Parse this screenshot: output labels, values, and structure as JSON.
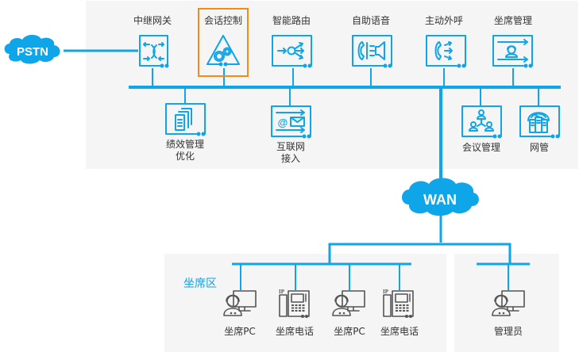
{
  "colors": {
    "accent": "#0ea5e9",
    "highlight": "#f08c1a",
    "panel_bg": "#f5f5f5",
    "label_text": "#333333",
    "device_gray": "#555555"
  },
  "clouds": {
    "pstn": "PSTN",
    "wan": "WAN"
  },
  "core_modules": {
    "top": [
      {
        "label": "中继网关",
        "icon": "trunk-gateway-icon"
      },
      {
        "label": "会话控制",
        "icon": "session-control-icon",
        "highlighted": true
      },
      {
        "label": "智能路由",
        "icon": "smart-routing-icon"
      },
      {
        "label": "自助语音",
        "icon": "ivr-icon"
      },
      {
        "label": "主动外呼",
        "icon": "outbound-call-icon"
      },
      {
        "label": "坐席管理",
        "icon": "agent-management-icon"
      }
    ],
    "bottom": [
      {
        "label_line1": "绩效管理",
        "label_line2": "优化",
        "icon": "performance-docs-icon"
      },
      {
        "label_line1": "互联网",
        "label_line2": "接入",
        "icon": "internet-access-icon"
      },
      {
        "label_line1": "会议管理",
        "label_line2": "",
        "icon": "conference-icon"
      },
      {
        "label_line1": "网管",
        "label_line2": "",
        "icon": "network-management-icon"
      }
    ]
  },
  "agent_zone": {
    "title": "坐席区",
    "devices": [
      {
        "label": "坐席PC",
        "icon": "agent-pc-icon"
      },
      {
        "label": "坐席电话",
        "icon": "ip-phone-icon"
      },
      {
        "label": "坐席PC",
        "icon": "agent-pc-icon"
      },
      {
        "label": "坐席电话",
        "icon": "ip-phone-icon"
      }
    ],
    "phone_badge": "IP"
  },
  "admin_zone": {
    "devices": [
      {
        "label": "管理员",
        "icon": "admin-pc-icon"
      }
    ]
  }
}
